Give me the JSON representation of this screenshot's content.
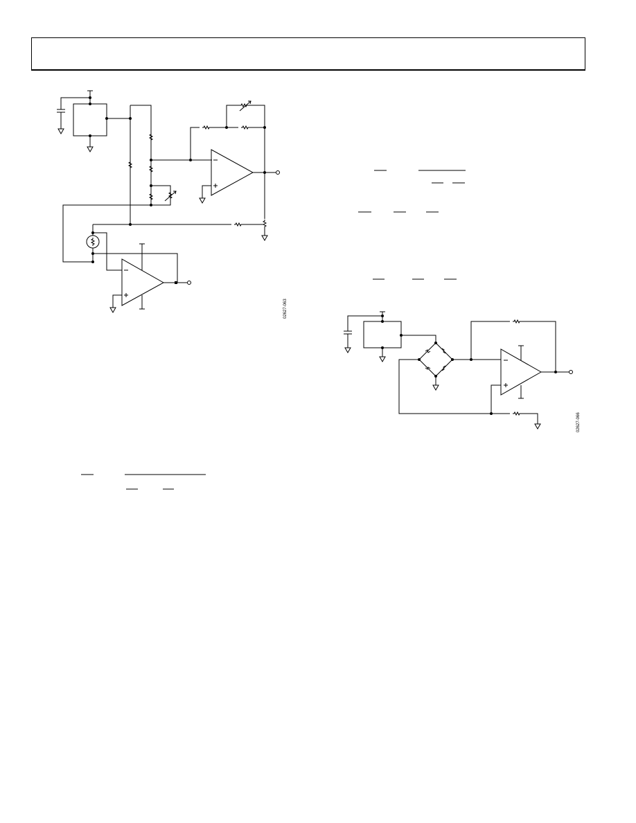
{
  "page": {
    "header": {
      "title": ""
    },
    "figures": [
      {
        "id": "figure-a",
        "code": "02627-063"
      },
      {
        "id": "figure-b",
        "code": "02627-066"
      }
    ]
  }
}
